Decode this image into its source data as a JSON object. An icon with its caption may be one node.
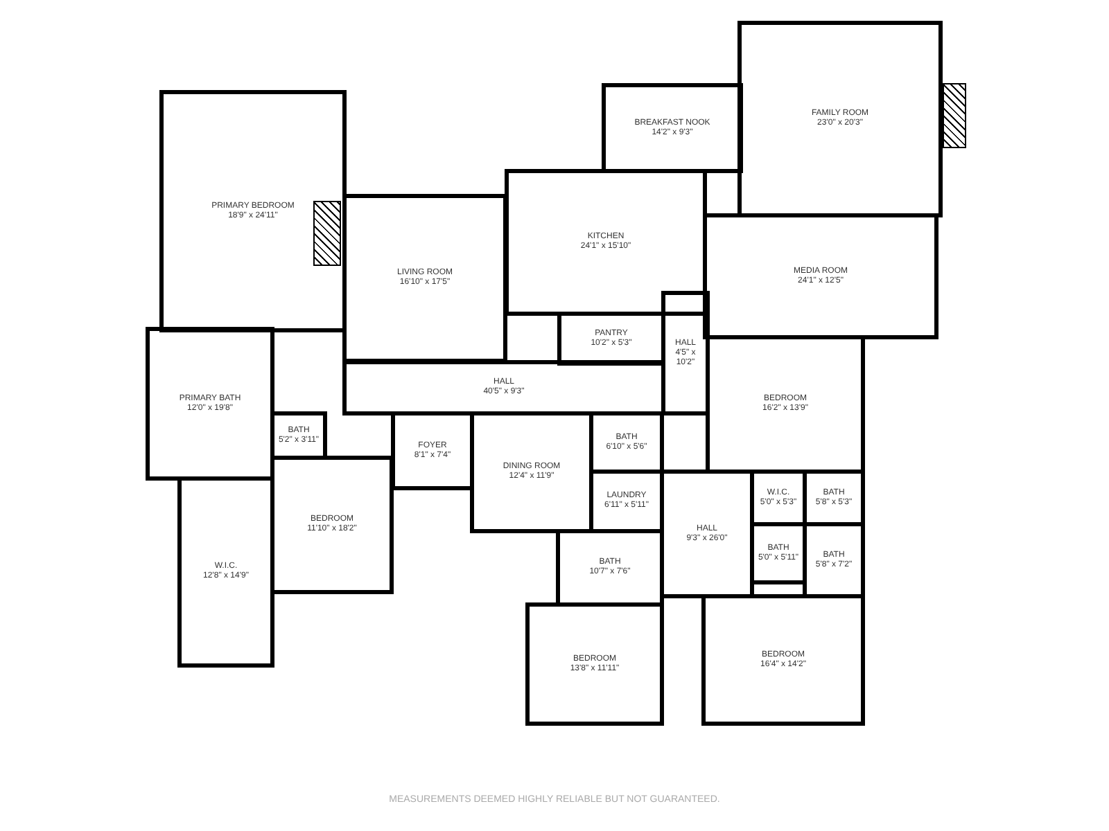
{
  "diagram": {
    "nodes": [
      {
        "text": [
          "PRIMARY BEDROOM",
          "18'9\" x 24'11\""
        ]
      },
      {
        "text": [
          "LIVING ROOM",
          "16'10\" x 17'5\""
        ]
      },
      {
        "text": [
          "BREAKFAST NOOK",
          "14'2\" x 9'3\""
        ]
      },
      {
        "text": [
          "FAMILY ROOM",
          "23'0\" x 20'3\""
        ]
      },
      {
        "text": [
          "KITCHEN",
          "24'1\" x 15'10\""
        ]
      },
      {
        "text": [
          "MEDIA ROOM",
          "24'1\" x 12'5\""
        ]
      },
      {
        "text": [
          "PANTRY",
          "10'2\" x 5'3\""
        ]
      },
      {
        "text": [
          "HALL",
          "40'5\" x 9'3\""
        ]
      },
      {
        "text": [
          "HALL",
          "4'5\" x 10'2\""
        ]
      },
      {
        "text": [
          "PRIMARY BATH",
          "12'0\" x 19'8\""
        ]
      },
      {
        "text": [
          "BEDROOM",
          "16'2\" x 13'9\""
        ]
      },
      {
        "text": [
          "BATH",
          "5'2\" x 3'11\""
        ]
      },
      {
        "text": [
          "FOYER",
          "8'1\" x 7'4\""
        ]
      },
      {
        "text": [
          "BATH",
          "6'10\" x 5'6\""
        ]
      },
      {
        "text": [
          "DINING ROOM",
          "12'4\" x 11'9\""
        ]
      },
      {
        "text": [
          "BEDROOM",
          "11'10\" x 18'2\""
        ]
      },
      {
        "text": [
          "W.I.C.",
          "5'0\" x 5'3\""
        ]
      },
      {
        "text": [
          "BATH",
          "5'8\" x 5'3\""
        ]
      },
      {
        "text": [
          "LAUNDRY",
          "6'11\" x 5'11\""
        ]
      },
      {
        "text": [
          "BATH",
          "5'0\" x 5'11\""
        ]
      },
      {
        "text": [
          "BATH",
          "5'8\" x 7'2\""
        ]
      },
      {
        "text": [
          "BATH",
          "10'7\" x 7'6\""
        ]
      },
      {
        "text": [
          "HALL",
          "9'3\" x 26'0\""
        ]
      },
      {
        "text": [
          "W.I.C.",
          "12'8\" x 14'9\""
        ]
      },
      {
        "text": [
          "BEDROOM",
          "13'8\" x 11'11\""
        ]
      },
      {
        "text": [
          "BEDROOM",
          "16'4\" x 14'2\""
        ]
      }
    ],
    "labels": [
      "MEASUREMENTS DEEMED HIGHLY RELIABLE BUT NOT GUARANTEED."
    ]
  }
}
